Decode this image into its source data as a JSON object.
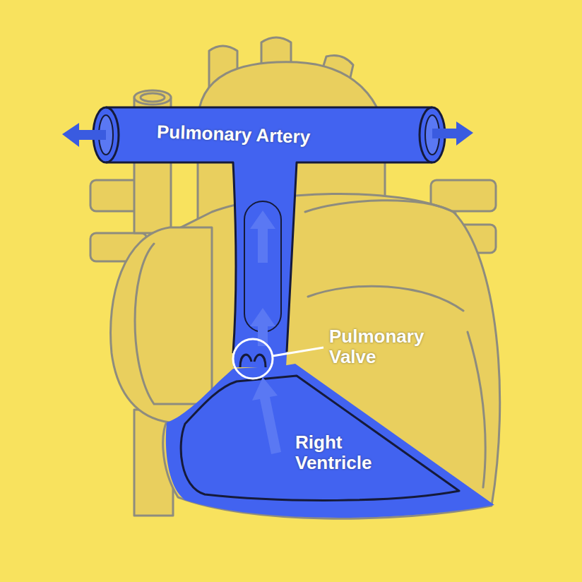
{
  "diagram": {
    "labels": [
      "Pulmonary Artery",
      "Pulmonary Valve",
      "Right Ventricle"
    ]
  }
}
